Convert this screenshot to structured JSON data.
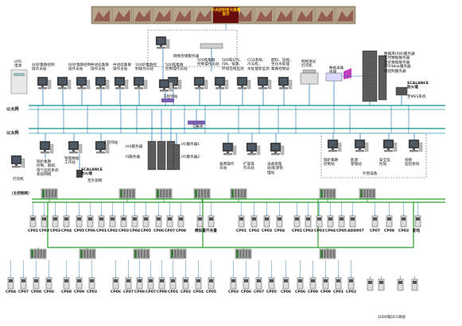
{
  "title_banner": "中央控制室大屏幕\n显示",
  "network_left_top": "以太网",
  "network_left_bottom": "以太网",
  "fieldbus_left": "（主控制网）",
  "top_row": {
    "ups": "UPS\n电源",
    "stations": [
      "40炉集散控制\n操作员站",
      "60炉集散控制\n操作员站",
      "中试段集散\n操作员站",
      "中试段集散\n操作员站",
      "100炉集散控\n制操作员站",
      "500吨集散\n控制操作员站",
      "500吨集散\n控制操作员站",
      "500吨STS、\nISN、排放、\n环境在线监测",
      "CO2系统、\n冷冻机、\n水处理等监测",
      "配料、压缩、\n生化水处理\n集散控制站"
    ],
    "engineer": "工程师站",
    "printer": "网络激光\n打印机",
    "modem": "数据采集\n终端",
    "servers": "数据库(RW)服务器\n实时数据服务器\n历史数据服务器\nFTP/Web服务器\n域控制服务器",
    "scalance_right": "SCALANCE\n防火墙",
    "mes": "至MES系统",
    "switch_top": "网络存储服务器"
  },
  "middle_row": {
    "left_stations": [
      "",
      "",
      "工程师站"
    ],
    "left_caption": "锅炉集散\n控制、脱硫、\n电气监控系统\n系统网络",
    "left_caption2": "管理数据\n工作站",
    "scalance_left": "SCALANCE\n防火墙",
    "scalance_left_sub": "至外部网",
    "printer_small": "打印机",
    "is_servers": "IS服务器",
    "ias_server": "IAS服务器",
    "io_server1": "I/O服务器1",
    "io_server2": "I/O服务器2",
    "switch": "交换机",
    "switch2": "交换机",
    "stations": [
      "备用操作\n员站",
      "扩容操\n作员站",
      "设备管理\n站/能源管\n理站"
    ],
    "right_group": [
      "锅炉集散\n控制站",
      "能源\n管理站",
      "安全监\n控站",
      "视频\n监控系统"
    ],
    "right_group_caption": "外围设备"
  },
  "row1": [
    "CP01",
    "CP02",
    "CP03",
    "CP04",
    "CP05",
    "CP06",
    "CP01",
    "CP02",
    "CP03",
    "CP04",
    "CP05",
    "CP06",
    "CP07",
    "CP08",
    "模拟量",
    "开关量",
    "CP01",
    "CP02",
    "CP03",
    "CP04",
    "CP01",
    "CP02",
    "CP03",
    "CP04",
    "CP05",
    "ADD007",
    "CP07",
    "CP08",
    "CP03",
    "配电"
  ],
  "row2": [
    "CP04",
    "CP07",
    "CP08",
    "CP06",
    "CP08",
    "CP09",
    "CP03",
    "CP06",
    "CP07",
    "CP06",
    "CP07",
    "CP08",
    "CP01",
    "CP02",
    "CP04",
    "CP05",
    "CP03",
    "CP06",
    "CP07",
    "CP05",
    "CP06",
    "CP06",
    "CP08",
    "CP09",
    "CP01",
    "CP02"
  ],
  "footnote": "1000吨DCS系统",
  "colors": {
    "ethernet": "#3aa0a0",
    "fieldbus": "#2ca02c",
    "cable": "#1a6fb0",
    "switch_box": "#7a5fb0",
    "monitor": "#222222",
    "rack": "#666666",
    "dashed": "#555555"
  }
}
